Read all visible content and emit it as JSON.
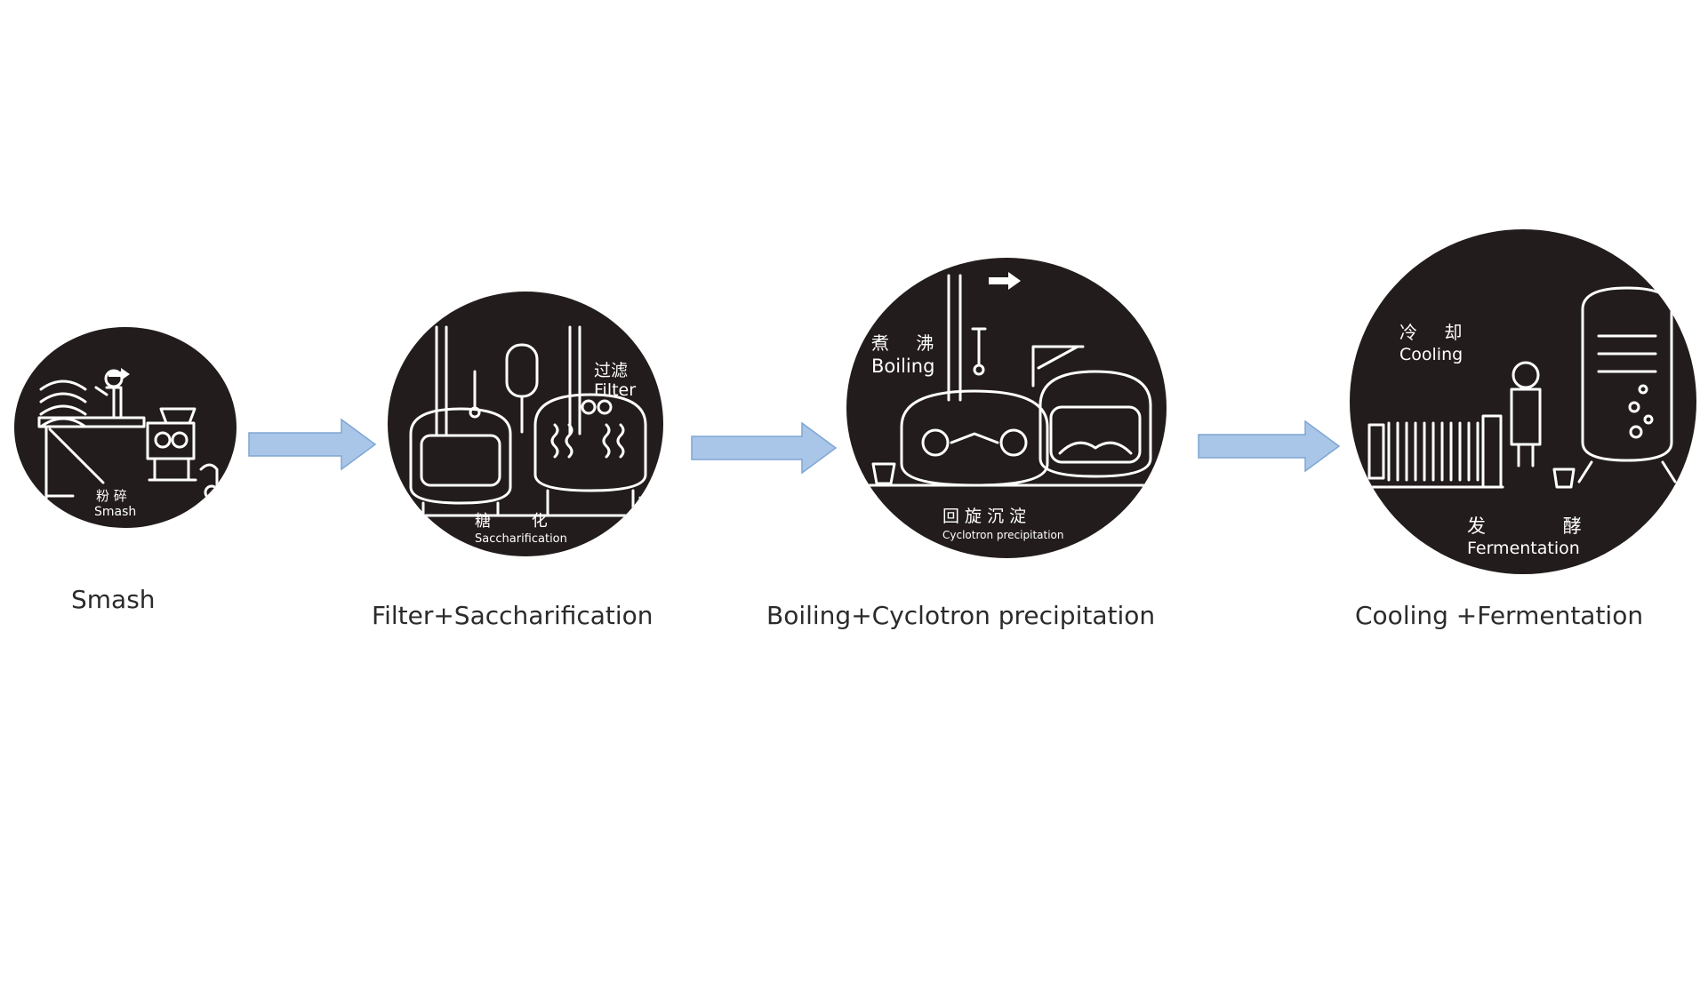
{
  "steps": [
    {
      "cn": "粉 碎",
      "en": "Smash",
      "caption": "Smash"
    },
    {
      "cn_top": "过滤",
      "en_top": "Filter",
      "cn": "糖 化",
      "en": "Saccharification",
      "caption": "Filter+Saccharification"
    },
    {
      "cn_top": "煮 沸",
      "en_top": "Boiling",
      "cn": "回 旋 沉 淀",
      "en": "Cyclotron precipitation",
      "caption": "Boiling+Cyclotron precipitation"
    },
    {
      "cn_top": "冷 却",
      "en_top": "Cooling",
      "cn": "发 酵",
      "en": "Fermentation",
      "caption": "Cooling +Fermentation"
    }
  ],
  "colors": {
    "circle": "#231c1c",
    "arrow": "#a9c6e8",
    "arrow_stroke": "#7ea6d3",
    "line_art": "#ffffff"
  },
  "icons": [
    "right-arrow-icon"
  ]
}
